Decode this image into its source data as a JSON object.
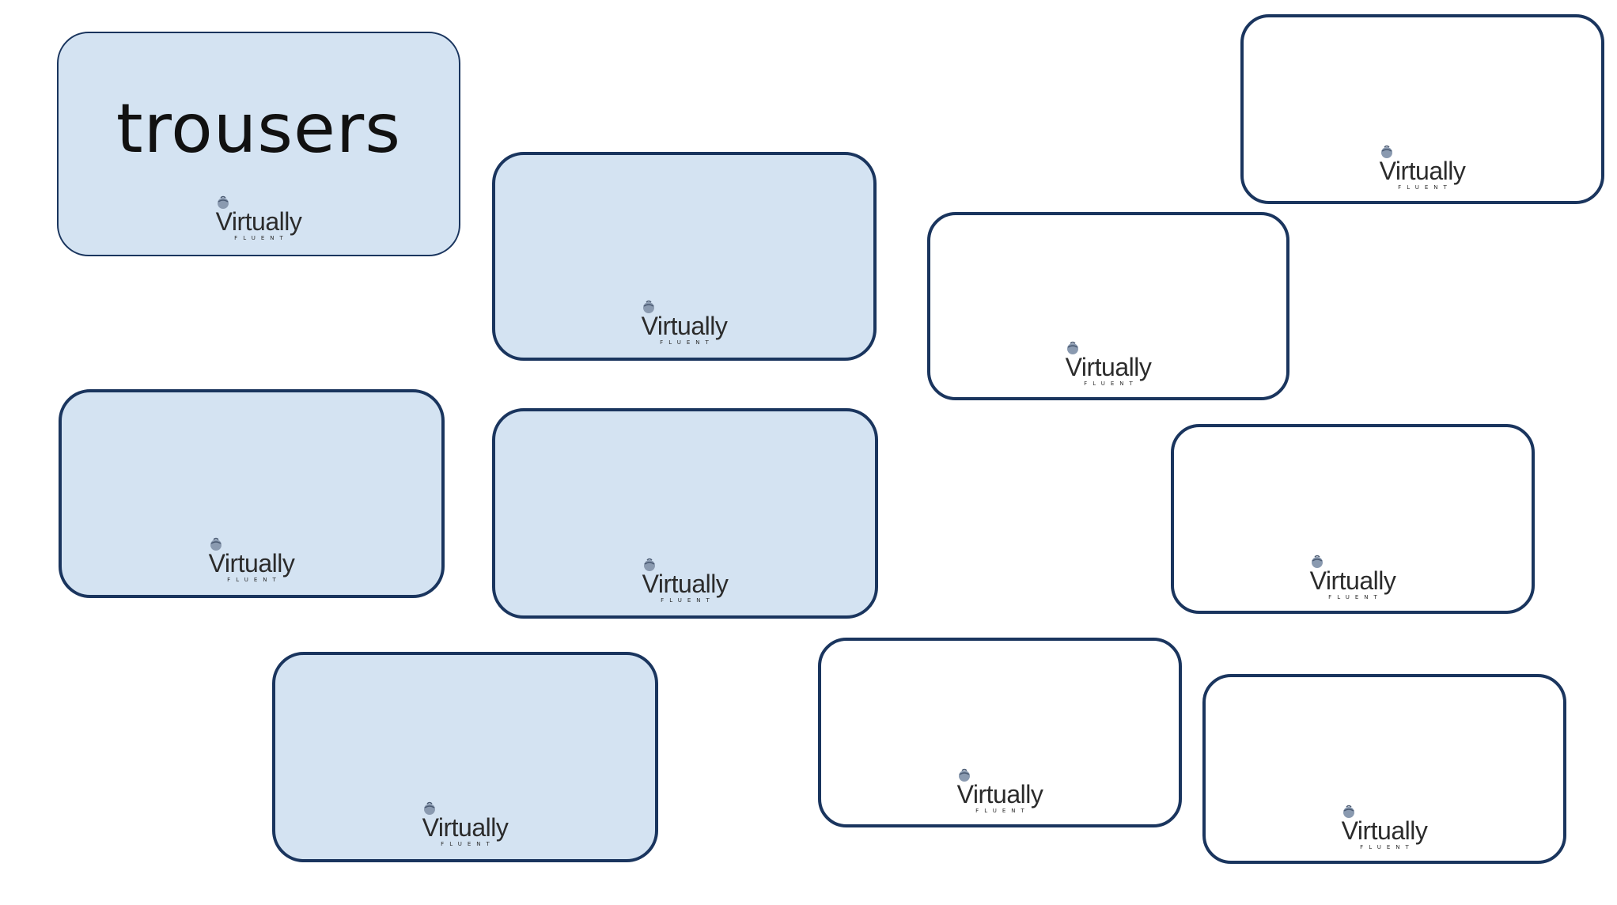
{
  "cards": [
    {
      "word": "trousers",
      "logo": "Virtually",
      "logo_sub": "FLUENT",
      "revealed": true
    },
    {
      "word": "",
      "logo": "Virtually",
      "logo_sub": "FLUENT",
      "revealed": true
    },
    {
      "word": "",
      "logo": "Virtually",
      "logo_sub": "FLUENT",
      "revealed": true
    },
    {
      "word": "",
      "logo": "Virtually",
      "logo_sub": "FLUENT",
      "revealed": true
    },
    {
      "word": "",
      "logo": "Virtually",
      "logo_sub": "FLUENT",
      "revealed": true
    },
    {
      "word": "",
      "logo": "Virtually",
      "logo_sub": "FLUENT",
      "revealed": false
    },
    {
      "word": "",
      "logo": "Virtually",
      "logo_sub": "FLUENT",
      "revealed": false
    },
    {
      "word": "",
      "logo": "Virtually",
      "logo_sub": "FLUENT",
      "revealed": false
    },
    {
      "word": "",
      "logo": "Virtually",
      "logo_sub": "FLUENT",
      "revealed": false
    },
    {
      "word": "",
      "logo": "Virtually",
      "logo_sub": "FLUENT",
      "revealed": false
    }
  ],
  "colors": {
    "revealed_fill": "#d4e3f2",
    "hidden_fill": "#ffffff",
    "border": "#1a355e"
  },
  "icons": {
    "logo_mark": "globe-icon"
  }
}
